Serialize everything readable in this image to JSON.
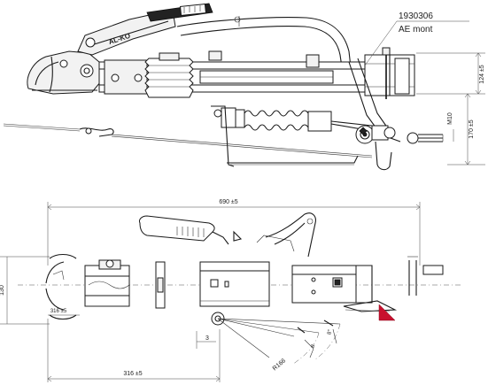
{
  "part": {
    "number": "1930306",
    "variant": "AE mont",
    "brand": "AL-KO"
  },
  "dimensions": {
    "height_upper": "124 ±5",
    "height_total": "170 ±5",
    "thread": "M10",
    "length_total": "690 ±5",
    "width": "130",
    "length_hitch": "316 ±5",
    "small_width": "316 ±5",
    "angle_right": "8°",
    "radius": "R166",
    "dim_3": "3",
    "dim_8": "8"
  },
  "colors": {
    "lines": "#1a1a1a",
    "marker": "#c8102e"
  }
}
